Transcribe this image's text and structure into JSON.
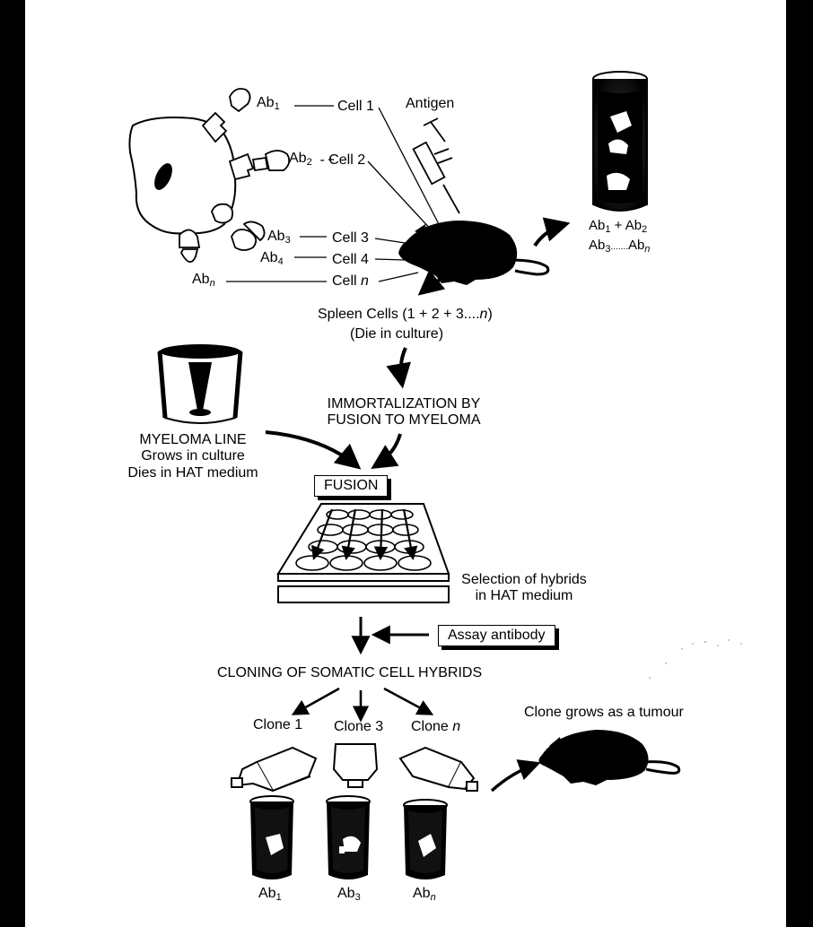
{
  "top": {
    "ab1": {
      "base": "Ab",
      "sub": "1"
    },
    "ab2": {
      "base": "Ab",
      "sub": "2"
    },
    "ab3": {
      "base": "Ab",
      "sub": "3"
    },
    "ab4": {
      "base": "Ab",
      "sub": "4"
    },
    "abn": {
      "base": "Ab",
      "sub": "n"
    },
    "cell1": "Cell 1",
    "cell2": "Cell 2",
    "cell3": "Cell 3",
    "cell4": "Cell 4",
    "celln": {
      "base": "Cell ",
      "italic": "n"
    },
    "antigen": "Antigen",
    "serum_line1": {
      "a": "Ab",
      "a_sub": "1",
      "mid": " + Ab",
      "b_sub": "2"
    },
    "serum_line2": {
      "a": "Ab",
      "a_sub": "3",
      "dots": ".......",
      "b": "Ab",
      "b_sub": "n"
    }
  },
  "spleen": {
    "line1_prefix": "Spleen Cells (1 + 2 + 3....",
    "line1_italic": "n",
    "line1_suffix": ")",
    "line2": "(Die in culture)"
  },
  "immortalization": {
    "line1": "IMMORTALIZATION BY",
    "line2": "FUSION TO MYELOMA"
  },
  "myeloma": {
    "line1": "MYELOMA LINE",
    "line2": "Grows in culture",
    "line3": "Dies in HAT medium"
  },
  "fusion_box": "FUSION",
  "selection": {
    "line1": "Selection of hybrids",
    "line2": "in HAT medium"
  },
  "assay_box": "Assay antibody",
  "cloning": "CLONING OF SOMATIC CELL HYBRIDS",
  "clones": {
    "c1": "Clone 1",
    "c3": "Clone 3",
    "cn": {
      "base": "Clone ",
      "italic": "n"
    }
  },
  "tumour": "Clone grows as a tumour",
  "bottom_antibodies": {
    "ab1": {
      "base": "Ab",
      "sub": "1"
    },
    "ab3": {
      "base": "Ab",
      "sub": "3"
    },
    "abn": {
      "base": "Ab",
      "sub": "n"
    }
  }
}
